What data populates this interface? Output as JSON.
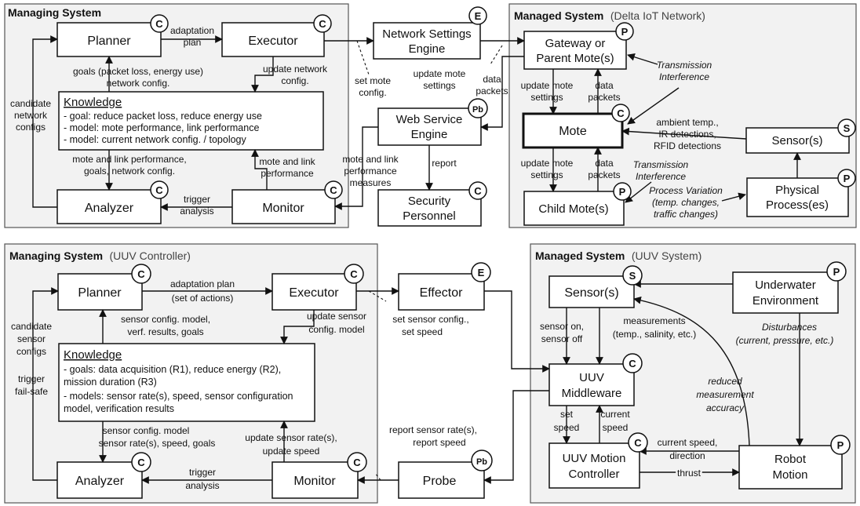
{
  "top": {
    "managing_title": "Managing System",
    "managed_title": "Managed System",
    "managed_subtitle": "(Delta IoT Network)",
    "planner": "Planner",
    "executor": "Executor",
    "analyzer": "Analyzer",
    "monitor": "Monitor",
    "knowledge_title": "Knowledge",
    "knowledge_lines": [
      "- goal: reduce packet loss, reduce energy use",
      "- model: mote performance, link performance",
      "- model: current network config. / topology"
    ],
    "network_settings_engine": [
      "Network Settings",
      "Engine"
    ],
    "web_service_engine": [
      "Web Service",
      "Engine"
    ],
    "security_personnel": [
      "Security",
      "Personnel"
    ],
    "gateway": [
      "Gateway or",
      "Parent Mote(s)"
    ],
    "mote": "Mote",
    "child_mote": "Child Mote(s)",
    "sensors": "Sensor(s)",
    "physical_process": [
      "Physical",
      "Process(es)"
    ],
    "labels": {
      "adaptation_plan": [
        "adaptation",
        "plan"
      ],
      "goals_planner": [
        "goals (packet loss, energy use)",
        "network config."
      ],
      "update_network_config": [
        "update network",
        "config."
      ],
      "candidate_network_configs": [
        "candidate",
        "network",
        "configs"
      ],
      "mote_link_goals": [
        "mote and link performance,",
        "goals, network config."
      ],
      "mote_link_monitor": [
        "mote and link",
        "performance"
      ],
      "trigger_analysis": [
        "trigger",
        "analysis"
      ],
      "set_mote_config": [
        "set mote",
        "config."
      ],
      "update_mote_settings_nse": [
        "update mote",
        "settings"
      ],
      "data_packets_wse": [
        "data",
        "packets"
      ],
      "mote_link_measures": [
        "mote and link",
        "performance",
        "measures"
      ],
      "report": "report",
      "update_mote_settings_1": [
        "update mote",
        "settings"
      ],
      "data_packets_1": [
        "data",
        "packets"
      ],
      "update_mote_settings_2": [
        "update mote",
        "settings"
      ],
      "data_packets_2": [
        "data",
        "packets"
      ],
      "transmission_interference_1": [
        "Transmission",
        "Interference"
      ],
      "transmission_interference_2": [
        "Transmission",
        "Interference"
      ],
      "sensor_detections": [
        "ambient temp.,",
        "IR detections,",
        "RFID detections"
      ],
      "process_variation": [
        "Process Variation",
        "(temp. changes,",
        "traffic changes)"
      ]
    }
  },
  "bottom": {
    "managing_title": "Managing System",
    "managing_subtitle": "(UUV Controller)",
    "managed_title": "Managed System",
    "managed_subtitle": "(UUV System)",
    "planner": "Planner",
    "executor": "Executor",
    "analyzer": "Analyzer",
    "monitor": "Monitor",
    "effector": "Effector",
    "probe": "Probe",
    "knowledge_title": "Knowledge",
    "knowledge_lines": [
      "- goals: data acquisition (R1), reduce energy (R2),",
      "mission duration (R3)",
      "- models: sensor rate(s), speed, sensor configuration",
      "model, verification results"
    ],
    "sensors": "Sensor(s)",
    "underwater_env": [
      "Underwater",
      "Environment"
    ],
    "uuv_middleware": [
      "UUV",
      "Middleware"
    ],
    "uuv_motion_controller": [
      "UUV Motion",
      "Controller"
    ],
    "robot_motion": [
      "Robot",
      "Motion"
    ],
    "labels": {
      "adaptation_plan": [
        "adaptation plan",
        "(set of actions)"
      ],
      "sensor_config_model": [
        "sensor config. model,",
        "verf. results, goals"
      ],
      "update_sensor_config": [
        "update sensor",
        "config. model"
      ],
      "candidate_sensor_configs": [
        "candidate",
        "sensor",
        "configs"
      ],
      "trigger_fail_safe": [
        "trigger",
        "fail-safe"
      ],
      "sensor_config_analyzer": [
        "sensor config. model",
        "sensor rate(s), speed, goals"
      ],
      "update_sensor_rate": [
        "update sensor rate(s),",
        "update speed"
      ],
      "trigger_analysis": [
        "trigger",
        "analysis"
      ],
      "set_sensor_config": [
        "set sensor config.,",
        "set speed"
      ],
      "report_sensor_rate": [
        "report sensor rate(s),",
        "report speed"
      ],
      "sensor_on_off": [
        "sensor on,",
        "sensor off"
      ],
      "measurements": [
        "measurements",
        "(temp., salinity, etc.)"
      ],
      "disturbances": [
        "Disturbances",
        "(current, pressure, etc.)"
      ],
      "reduced_accuracy": [
        "reduced",
        "measurement",
        "accuracy"
      ],
      "set_speed": [
        "set",
        "speed"
      ],
      "current_speed": [
        "current",
        "speed"
      ],
      "current_speed_direction": [
        "current speed,",
        "direction"
      ],
      "thrust": "thrust"
    }
  },
  "badges": {
    "c": "C",
    "e": "E",
    "p": "P",
    "s": "S",
    "pb": "Pb"
  }
}
